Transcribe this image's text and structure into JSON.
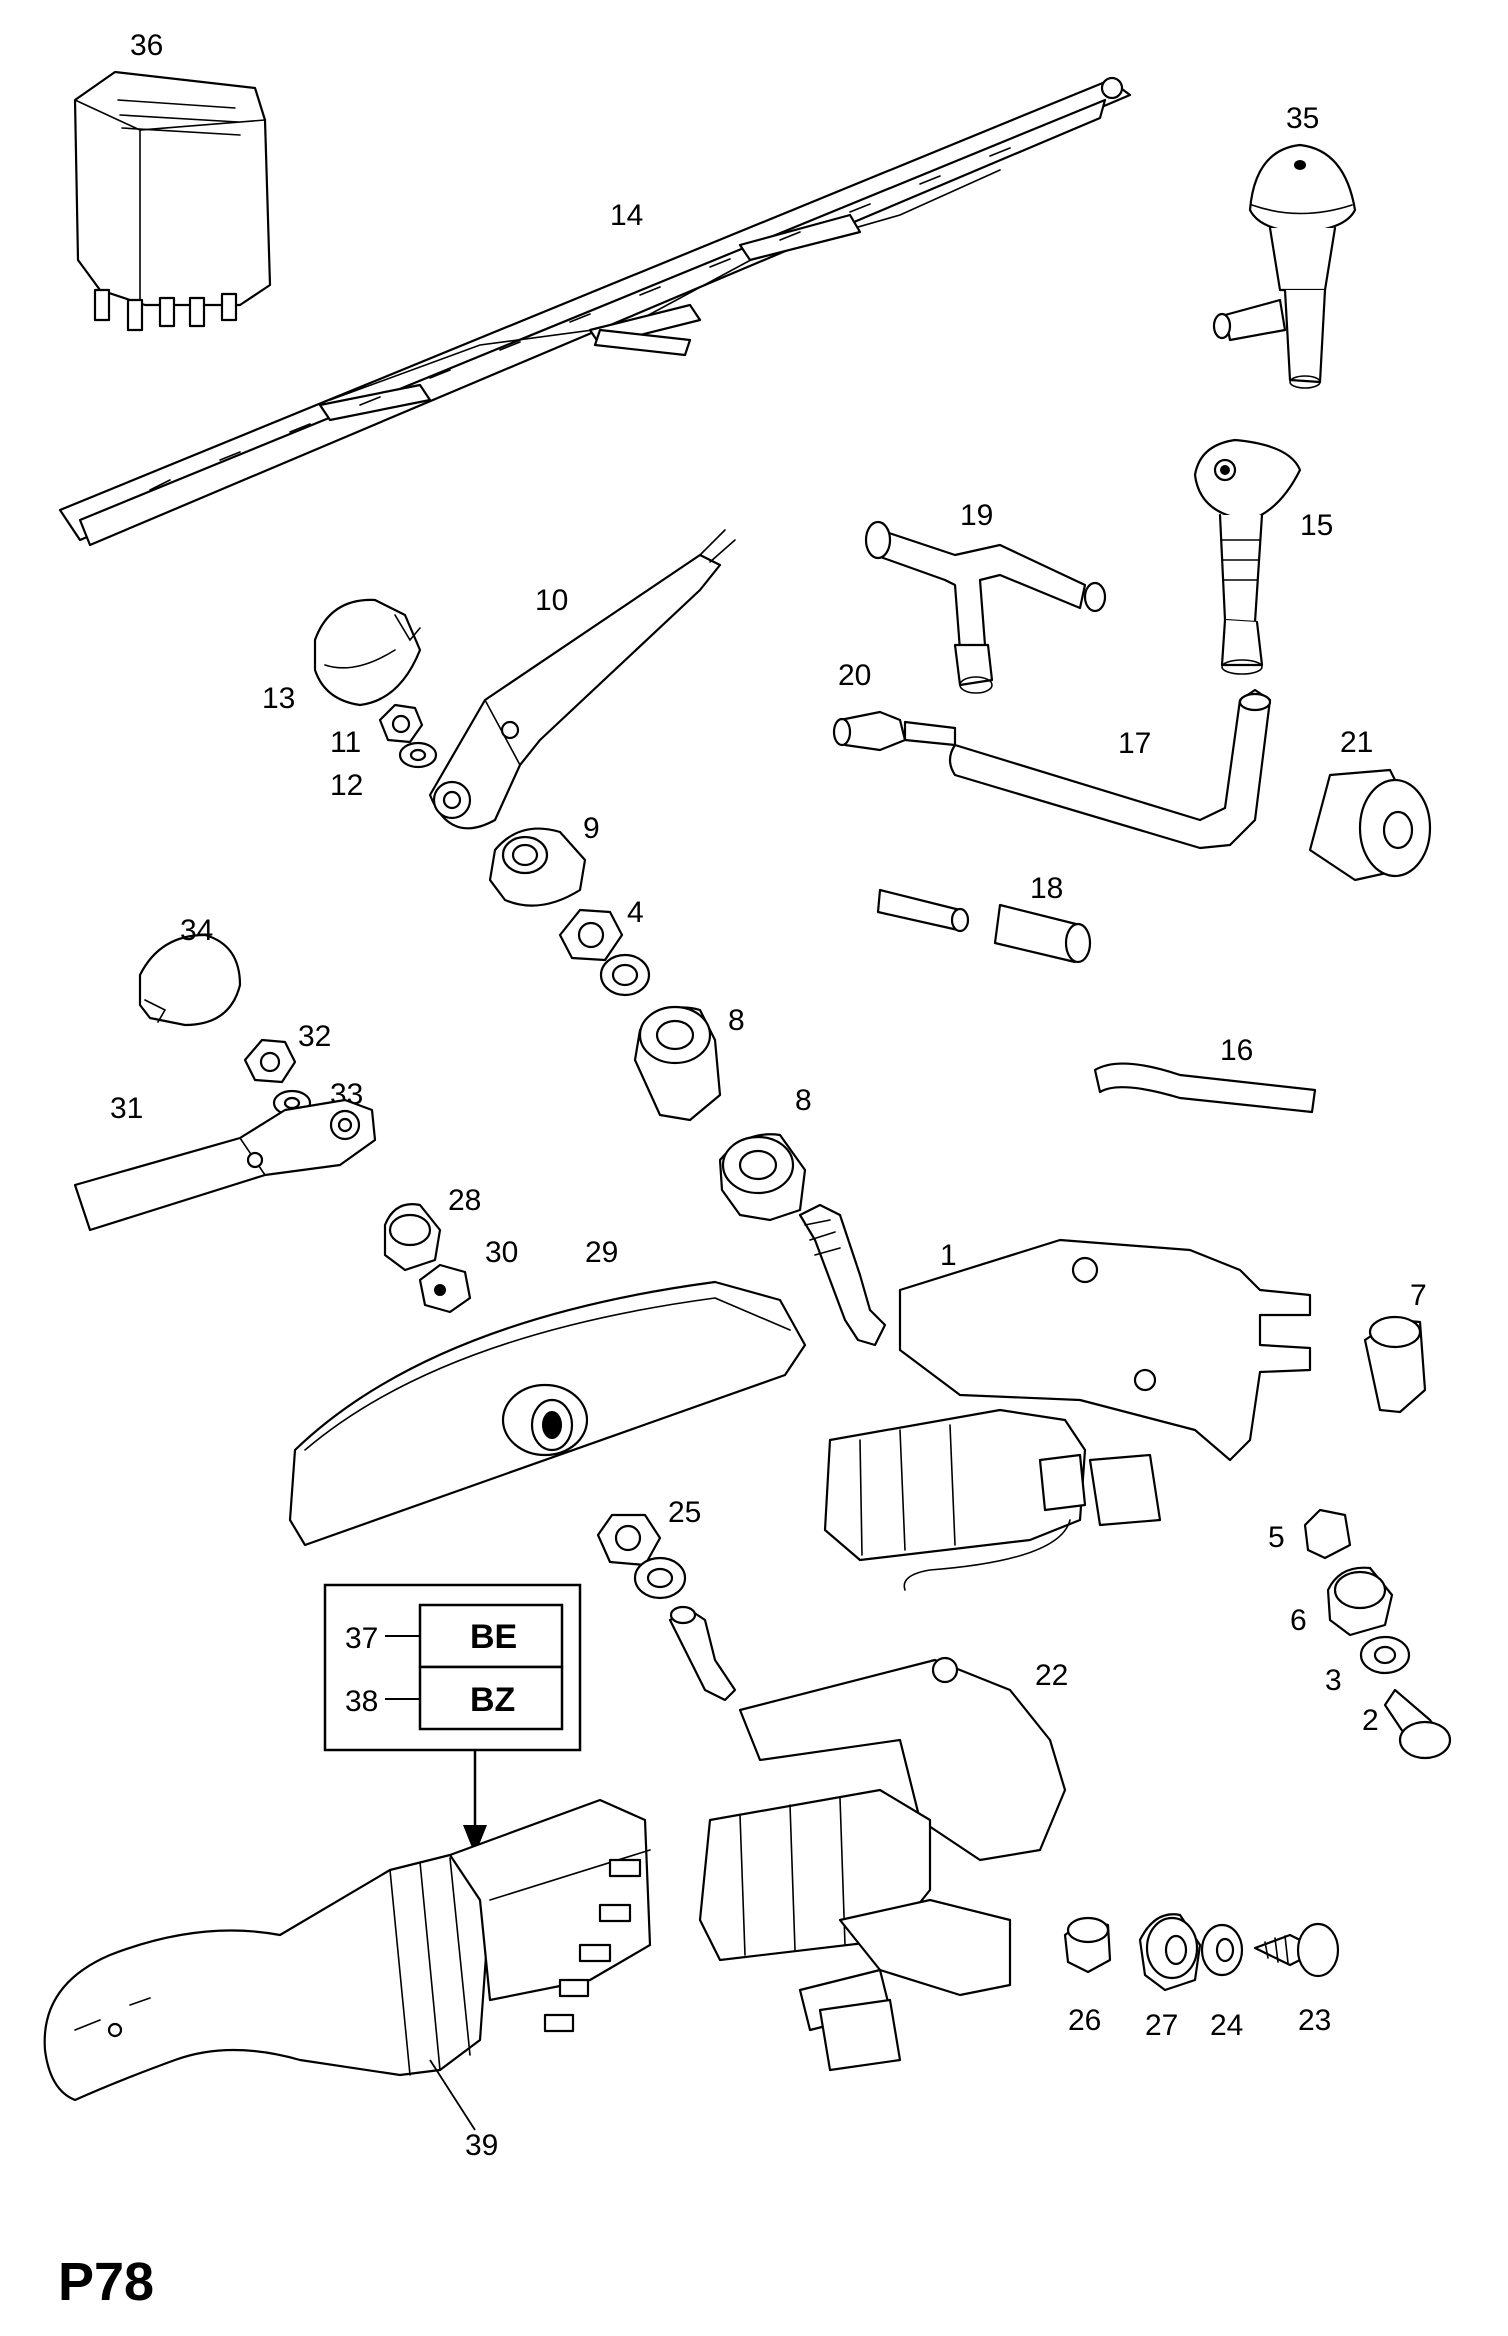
{
  "page_code": "P78",
  "callouts": {
    "c1": "1",
    "c2": "2",
    "c3": "3",
    "c4": "4",
    "c5": "5",
    "c6": "6",
    "c7": "7",
    "c8a": "8",
    "c8b": "8",
    "c9": "9",
    "c10": "10",
    "c11": "11",
    "c12": "12",
    "c13": "13",
    "c14": "14",
    "c15": "15",
    "c16": "16",
    "c17": "17",
    "c18": "18",
    "c19": "19",
    "c20": "20",
    "c21": "21",
    "c22": "22",
    "c23": "23",
    "c24": "24",
    "c25": "25",
    "c26": "26",
    "c27": "27",
    "c28": "28",
    "c29": "29",
    "c30": "30",
    "c31": "31",
    "c32": "32",
    "c33": "33",
    "c34": "34",
    "c35": "35",
    "c36": "36",
    "c37": "37",
    "c38": "38",
    "c39": "39"
  },
  "variant_box": {
    "row1_code": "BE",
    "row2_code": "BZ"
  }
}
